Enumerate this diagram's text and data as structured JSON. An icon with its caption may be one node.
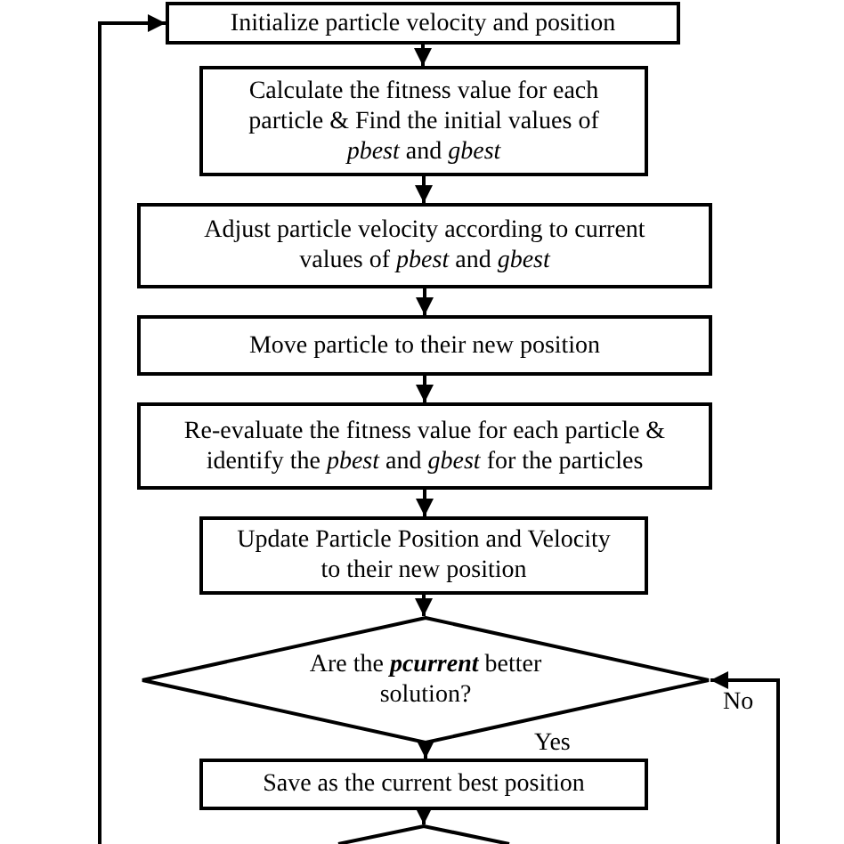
{
  "diagram": {
    "nodes": [
      {
        "text": [
          "Initialize particle velocity and position"
        ]
      },
      {
        "text": [
          "Calculate the fitness value for each particle & Find the initial values of *pbest* and *gbest*"
        ]
      },
      {
        "text": [
          "Adjust particle velocity according to current values of *pbest* and *gbest*"
        ]
      },
      {
        "text": [
          "Move particle to their new position"
        ]
      },
      {
        "text": [
          "Re-evaluate the fitness value for each particle & identify the *pbest* and *gbest* for the particles"
        ]
      },
      {
        "text": [
          "Update Particle Position and Velocity to their new position"
        ]
      },
      {
        "text": [
          "Are the **pcurrent** better solution?"
        ]
      },
      {
        "text": [
          "Save as the current best position"
        ]
      },
      {
        "text": [],
        "shape": "diamond"
      }
    ],
    "edges": [
      {
        "from": 0,
        "to": 1,
        "arrow": "to"
      },
      {
        "from": 1,
        "to": 2,
        "arrow": "to"
      },
      {
        "from": 2,
        "to": 3,
        "arrow": "to"
      },
      {
        "from": 3,
        "to": 4,
        "arrow": "to"
      },
      {
        "from": 4,
        "to": 5,
        "arrow": "to"
      },
      {
        "from": 5,
        "to": 6,
        "arrow": "to"
      },
      {
        "from": 6,
        "to": 7,
        "arrow": "to",
        "label": "Yes"
      },
      {
        "from": 7,
        "to": 8,
        "arrow": "to"
      },
      {
        "from": null,
        "to": 6,
        "arrow": "to",
        "label": "No"
      },
      {
        "from": null,
        "to": 0,
        "arrow": "to"
      }
    ]
  }
}
